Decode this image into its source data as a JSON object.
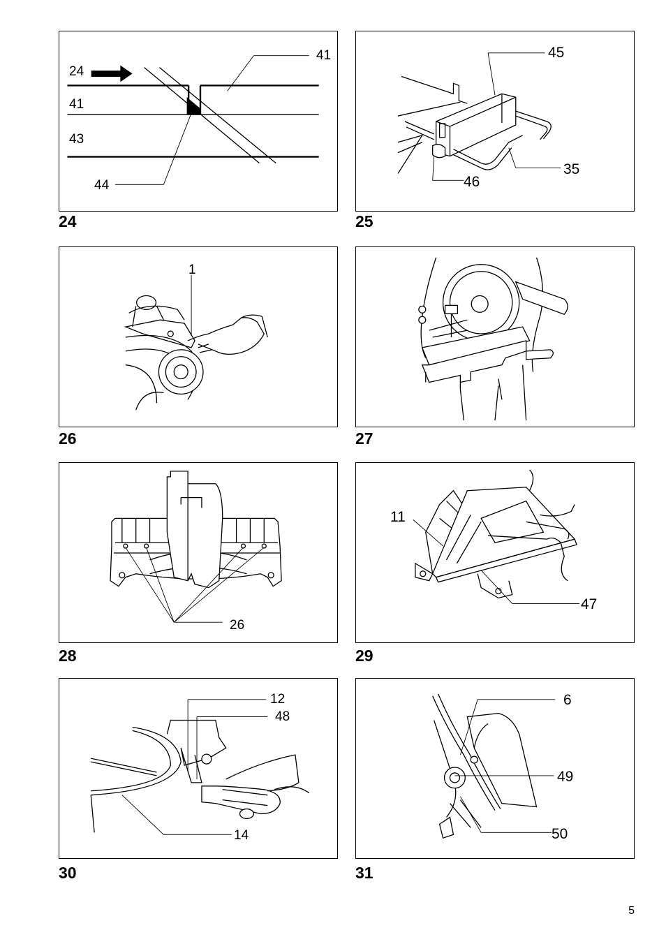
{
  "page_number": "5",
  "figures": [
    {
      "number": "24",
      "callouts": [
        "41",
        "24",
        "41",
        "43",
        "44"
      ]
    },
    {
      "number": "25",
      "callouts": [
        "45",
        "35",
        "46"
      ]
    },
    {
      "number": "26",
      "callouts": [
        "1"
      ]
    },
    {
      "number": "27",
      "callouts": []
    },
    {
      "number": "28",
      "callouts": [
        "26"
      ]
    },
    {
      "number": "29",
      "callouts": [
        "11",
        "47"
      ]
    },
    {
      "number": "30",
      "callouts": [
        "12",
        "48",
        "14"
      ]
    },
    {
      "number": "31",
      "callouts": [
        "6",
        "49",
        "50"
      ]
    }
  ]
}
